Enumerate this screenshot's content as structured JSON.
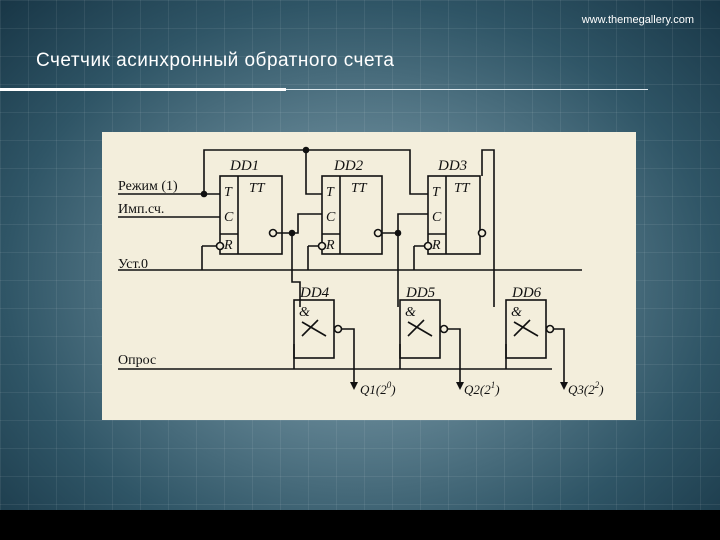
{
  "header": {
    "website": "www.themegallery.com",
    "title": "Счетчик асинхронный обратного счета"
  },
  "diagram": {
    "signals": {
      "mode": "Режим (1)",
      "clock": "Имп.сч.",
      "reset": "Уст.0",
      "poll": "Опрос"
    },
    "triggers": [
      {
        "name": "DD1",
        "type": "TT",
        "t": "T",
        "c": "C",
        "r": "R"
      },
      {
        "name": "DD2",
        "type": "TT",
        "t": "T",
        "c": "C",
        "r": "R"
      },
      {
        "name": "DD3",
        "type": "TT",
        "t": "T",
        "c": "C",
        "r": "R"
      }
    ],
    "gates": [
      {
        "name": "DD4",
        "symbol": "&"
      },
      {
        "name": "DD5",
        "symbol": "&"
      },
      {
        "name": "DD6",
        "symbol": "&"
      }
    ],
    "outputs": [
      {
        "name": "Q1",
        "base": "(2",
        "exp": "0"
      },
      {
        "name": "Q2",
        "base": "(2",
        "exp": "1"
      },
      {
        "name": "Q3",
        "base": "(2",
        "exp": "2"
      }
    ]
  }
}
